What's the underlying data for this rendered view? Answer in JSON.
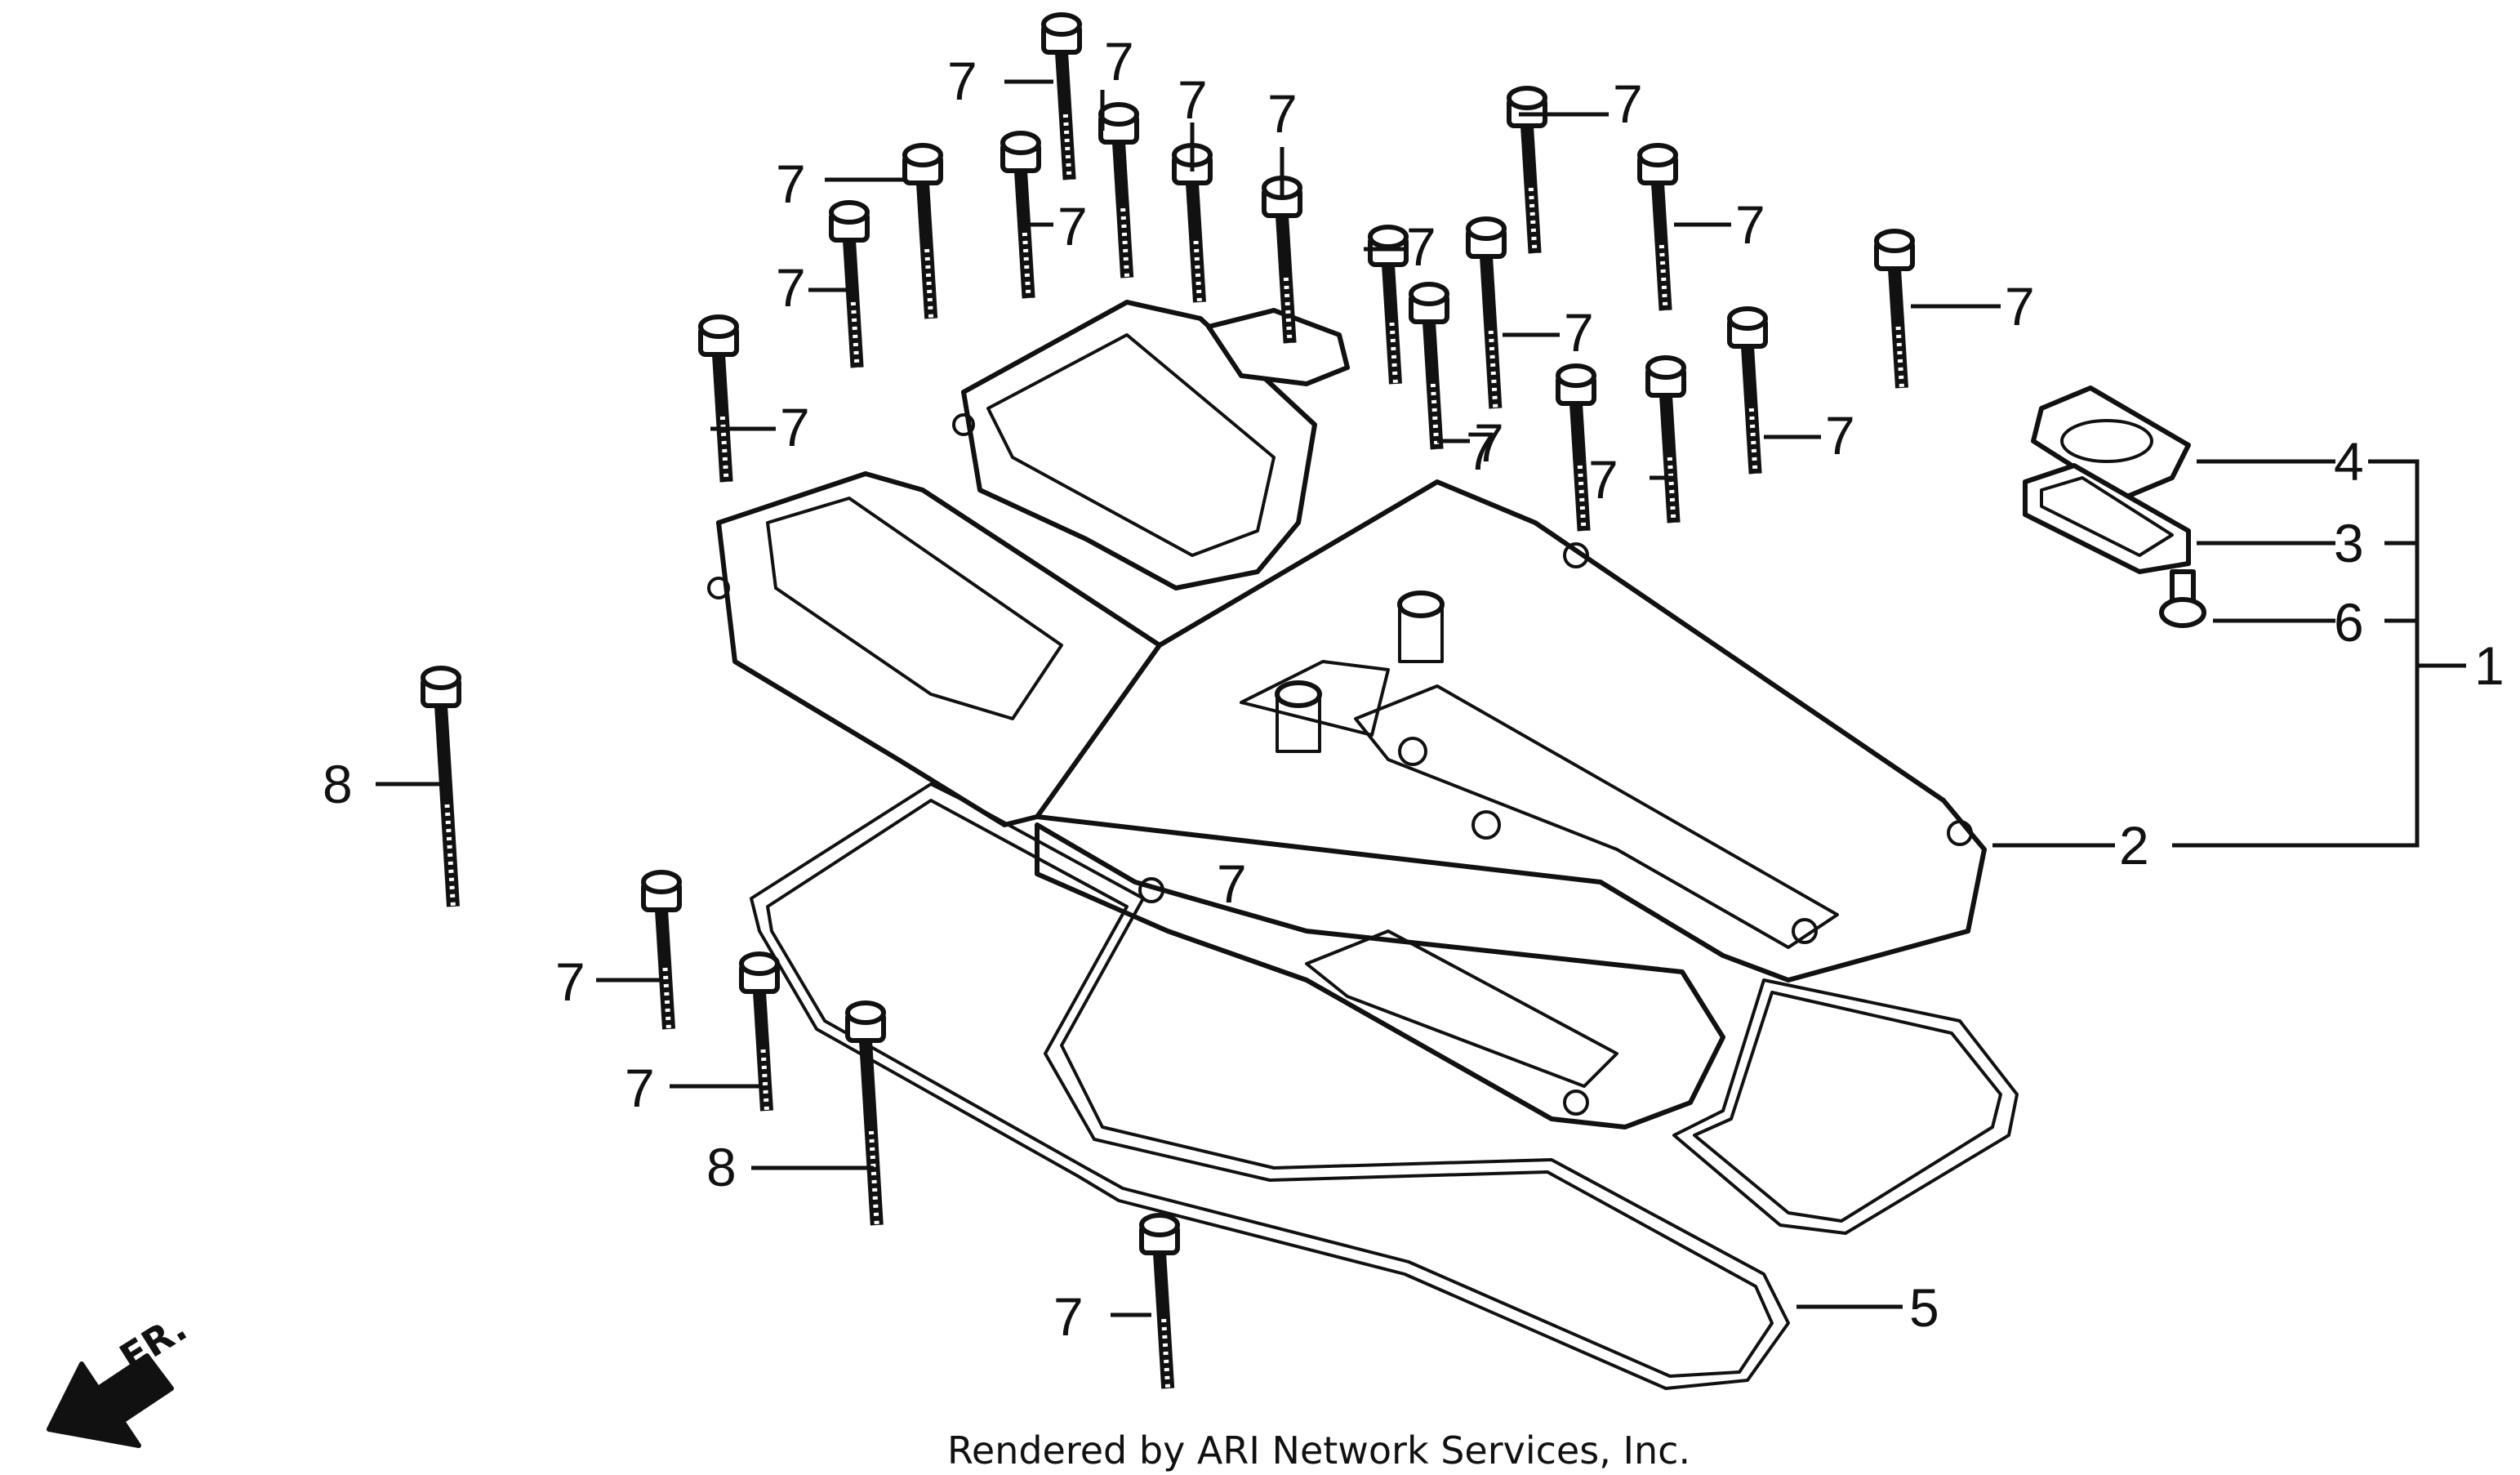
{
  "diagram": {
    "callouts": [
      {
        "id": "c1",
        "label": "7"
      },
      {
        "id": "c2",
        "label": "7"
      },
      {
        "id": "c3",
        "label": "7"
      },
      {
        "id": "c4",
        "label": "7"
      },
      {
        "id": "c5",
        "label": "7"
      },
      {
        "id": "c6",
        "label": "7"
      },
      {
        "id": "c7",
        "label": "7"
      },
      {
        "id": "c8",
        "label": "7"
      },
      {
        "id": "c9",
        "label": "7"
      },
      {
        "id": "c10",
        "label": "7"
      },
      {
        "id": "c11",
        "label": "7"
      },
      {
        "id": "c12",
        "label": "7"
      },
      {
        "id": "c13",
        "label": "7"
      },
      {
        "id": "c14",
        "label": "7"
      },
      {
        "id": "c15",
        "label": "7"
      },
      {
        "id": "c16",
        "label": "7"
      },
      {
        "id": "c17",
        "label": "7"
      },
      {
        "id": "c18",
        "label": "7"
      },
      {
        "id": "c19",
        "label": "7"
      },
      {
        "id": "c20",
        "label": "7"
      },
      {
        "id": "c21",
        "label": "7"
      },
      {
        "id": "c22",
        "label": "8"
      },
      {
        "id": "c23",
        "label": "8"
      },
      {
        "id": "c24",
        "label": "4"
      },
      {
        "id": "c25",
        "label": "3"
      },
      {
        "id": "c26",
        "label": "6"
      },
      {
        "id": "c27",
        "label": "1"
      },
      {
        "id": "c28",
        "label": "2"
      },
      {
        "id": "c29",
        "label": "5"
      }
    ],
    "front_arrow_label": "FR."
  },
  "footer": {
    "credit": "Rendered by ARI Network Services, Inc."
  }
}
